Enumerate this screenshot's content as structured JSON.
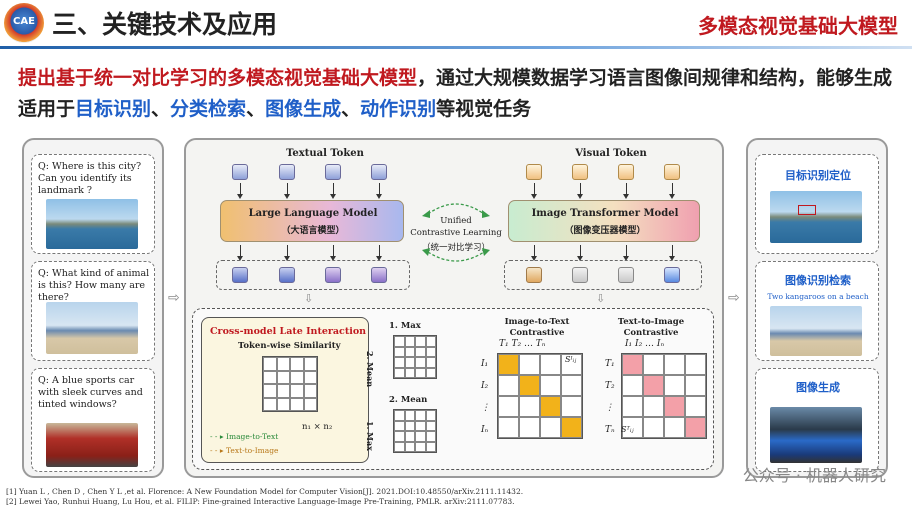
{
  "header": {
    "logo_text": "CAE",
    "title": "三、关键技术及应用",
    "subtitle": "多模态视觉基础大模型"
  },
  "intro": {
    "red": "提出基于统一对比学习的多模态视觉基础大模型",
    "mid": "，通过大规模数据学习语言图像间规律和结构，能够生成适用于",
    "t1": "目标识别",
    "s1": "、",
    "t2": "分类检索",
    "s2": "、",
    "t3": "图像生成",
    "s3": "、",
    "t4": "动作识别",
    "end": "等视觉任务"
  },
  "left_queries": [
    {
      "text": "Q: Where is this city? Can you identify its landmark ?"
    },
    {
      "text": "Q: What kind of animal is this? How many are there?"
    },
    {
      "text": "Q: A blue sports car with sleek curves and tinted windows?"
    }
  ],
  "center": {
    "textual_token": "Textual Token",
    "visual_token": "Visual Token",
    "llm_en": "Large Language Model",
    "llm_cn": "（大语言模型）",
    "itm_en": "Image Transformer Model",
    "itm_cn": "（图像变压器模型）",
    "unified_1": "Unified",
    "unified_2": "Contrastive Learning",
    "unified_cn": "（统一对比学习）",
    "cross_title": "Cross-model Late Interaction",
    "token_sim": "Token-wise Similarity",
    "n1n2": "n₁ × n₂",
    "max1": "1. Max",
    "mean2": "2. Mean",
    "mean2b": "2. Mean",
    "max1b": "1. Max",
    "leg_i2t": "Image-to-Text",
    "leg_t2i": "Text-to-Image",
    "i2t_title_1": "Image-to-Text",
    "i2t_title_2": "Contrastive",
    "t2i_title_1": "Text-to-Image",
    "t2i_title_2": "Contrastive",
    "i2t_top": "T₁  T₂  …  Tₙ",
    "i2t_rows": [
      "I₁",
      "I₂",
      "⋮",
      "Iₙ"
    ],
    "sij": "Sᴵᵢⱼ",
    "t2i_top": "I₁  I₂  …  Iₙ",
    "t2i_rows": [
      "T₁",
      "T₂",
      "⋮",
      "Tₙ"
    ],
    "sij2": "Sᵀᵢⱼ"
  },
  "right_tasks": [
    {
      "label": "目标识别定位"
    },
    {
      "label": "图像识别检索",
      "caption": "Two kangaroos on a beach"
    },
    {
      "label": "图像生成"
    }
  ],
  "footnotes": [
    "[1] Yuan L , Chen D , Chen Y L ,et al. Florence: A New Foundation Model for Computer Vision[J]. 2021.DOI:10.48550/arXiv.2111.11432.",
    "[2] Lewei Yao, Runhui Huang, Lu Hou, et al. FILIP: Fine-grained Interactive Language-Image Pre-Training, PMLR. arXiv:2111.07783."
  ],
  "watermark": "公众号 · 机器人研究",
  "colors": {
    "red": "#c0191f",
    "blue": "#1f5fc8",
    "accent_yellow": "#f2b21a",
    "accent_pink": "#f3a0a8"
  }
}
